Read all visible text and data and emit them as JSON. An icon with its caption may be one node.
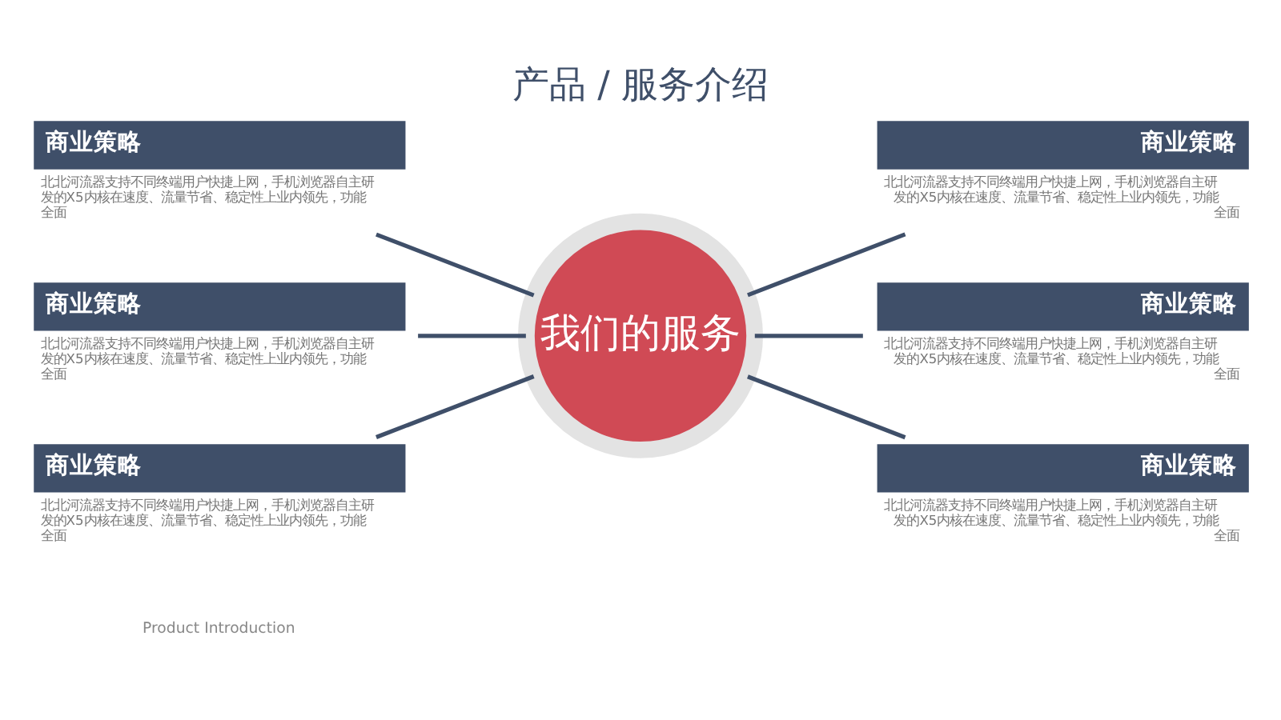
{
  "diagram": {
    "title": "产品 / 服务介绍",
    "nodes": [
      {
        "text": [
          "我们的服务"
        ]
      },
      {
        "text": [
          "商业策略"
        ],
        "beside": [
          "北北河流器支持不同终端用户快捷上网，手机浏览器自主研发的X5内核在速度、流量节省、稳定性上业内领先，功能全面"
        ]
      },
      {
        "text": [
          "商业策略"
        ],
        "beside": [
          "北北河流器支持不同终端用户快捷上网，手机浏览器自主研发的X5内核在速度、流量节省、稳定性上业内领先，功能全面"
        ]
      },
      {
        "text": [
          "商业策略"
        ],
        "beside": [
          "北北河流器支持不同终端用户快捷上网，手机浏览器自主研发的X5内核在速度、流量节省、稳定性上业内领先，功能全面"
        ]
      },
      {
        "text": [
          "商业策略"
        ],
        "beside": [
          "北北河流器支持不同终端用户快捷上网，手机浏览器自主研发的X5内核在速度、流量节省、稳定性上业内领先，功能全面"
        ]
      },
      {
        "text": [
          "商业策略"
        ],
        "beside": [
          "北北河流器支持不同终端用户快捷上网，手机浏览器自主研发的X5内核在速度、流量节省、稳定性上业内领先，功能全面"
        ]
      },
      {
        "text": [
          "商业策略"
        ],
        "beside": [
          "北北河流器支持不同终端用户快捷上网，手机浏览器自主研发的X5内核在速度、流量节省、稳定性上业内领先，功能全面"
        ]
      }
    ],
    "edges": [
      {
        "from": 0,
        "to": 1,
        "arrow": "none"
      },
      {
        "from": 0,
        "to": 2,
        "arrow": "none"
      },
      {
        "from": 0,
        "to": 3,
        "arrow": "none"
      },
      {
        "from": 0,
        "to": 4,
        "arrow": "none"
      },
      {
        "from": 0,
        "to": 5,
        "arrow": "none"
      },
      {
        "from": 0,
        "to": 6,
        "arrow": "none"
      }
    ],
    "labels": [
      "Product Introduction"
    ]
  }
}
